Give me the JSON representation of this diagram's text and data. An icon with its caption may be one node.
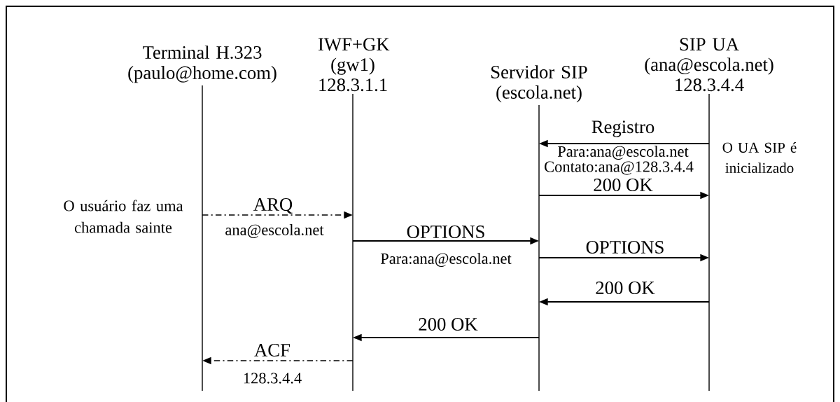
{
  "diagram": {
    "nodes": [
      {
        "text": [
          "Terminal H.323 (paulo@home.com)"
        ]
      },
      {
        "text": [
          "IWF+GK (gw1) 128.3.1.1"
        ]
      },
      {
        "text": [
          "Servidor SIP (escola.net)"
        ]
      },
      {
        "text": [
          "SIP UA (ana@escola.net) 128.3.4.4"
        ]
      }
    ],
    "edges": [
      {
        "from": 3,
        "to": 2,
        "arrow": "to",
        "label": "Registro"
      },
      {
        "from": 2,
        "to": 3,
        "arrow": "to",
        "label": "200 OK"
      },
      {
        "from": 0,
        "to": 1,
        "arrow": "to",
        "label": "ARQ",
        "style": "dashed"
      },
      {
        "from": 1,
        "to": 2,
        "arrow": "to",
        "label": "OPTIONS"
      },
      {
        "from": 2,
        "to": 3,
        "arrow": "to",
        "label": "OPTIONS"
      },
      {
        "from": 3,
        "to": 2,
        "arrow": "to",
        "label": "200 OK"
      },
      {
        "from": 2,
        "to": 1,
        "arrow": "to",
        "label": "200 OK"
      },
      {
        "from": 1,
        "to": 0,
        "arrow": "to",
        "label": "ACF",
        "style": "dashed"
      }
    ],
    "labels": [
      "O UA SIP é inicializado",
      "Para:ana@escola.net",
      "Contato:ana@128.3.4.4",
      "O usuário faz uma chamada sainte",
      "ana@escola.net",
      "Para:ana@escola.net",
      "128.3.4.4"
    ]
  }
}
